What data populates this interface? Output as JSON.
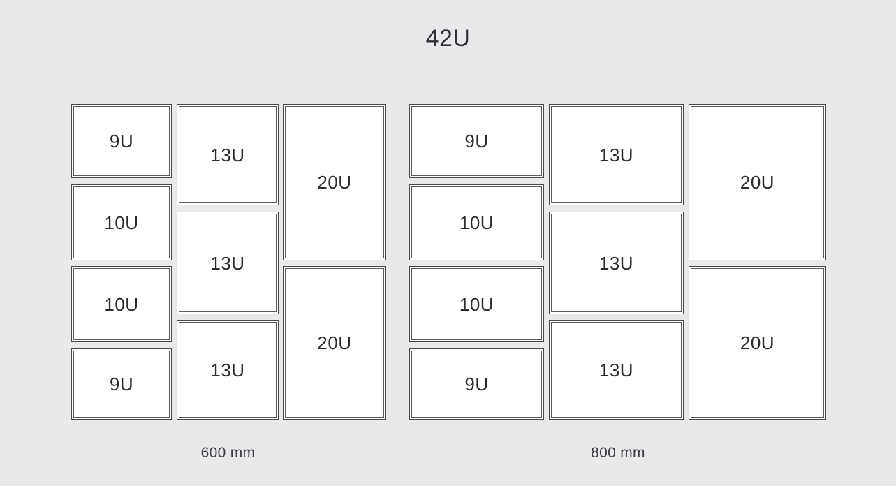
{
  "diagram": {
    "title": "42U",
    "background_color": "#e8e9ea",
    "box_fill_color": "#ffffff",
    "box_border_color": "#4a4a4a",
    "text_color": "#2b2b2b",
    "rule_color": "#8a8d90"
  },
  "groups": [
    {
      "id": "rack-600",
      "width_caption": "600 mm",
      "columns": [
        {
          "id": "column-1",
          "units": [
            {
              "label": "9U",
              "value": 9
            },
            {
              "label": "10U",
              "value": 10
            },
            {
              "label": "10U",
              "value": 10
            },
            {
              "label": "9U",
              "value": 9
            }
          ]
        },
        {
          "id": "column-2",
          "units": [
            {
              "label": "13U",
              "value": 13
            },
            {
              "label": "13U",
              "value": 13
            },
            {
              "label": "13U",
              "value": 13
            }
          ]
        },
        {
          "id": "column-3",
          "units": [
            {
              "label": "20U",
              "value": 20
            },
            {
              "label": "20U",
              "value": 20
            }
          ]
        }
      ]
    },
    {
      "id": "rack-800",
      "width_caption": "800 mm",
      "columns": [
        {
          "id": "column-1",
          "units": [
            {
              "label": "9U",
              "value": 9
            },
            {
              "label": "10U",
              "value": 10
            },
            {
              "label": "10U",
              "value": 10
            },
            {
              "label": "9U",
              "value": 9
            }
          ]
        },
        {
          "id": "column-2",
          "units": [
            {
              "label": "13U",
              "value": 13
            },
            {
              "label": "13U",
              "value": 13
            },
            {
              "label": "13U",
              "value": 13
            }
          ]
        },
        {
          "id": "column-3",
          "units": [
            {
              "label": "20U",
              "value": 20
            },
            {
              "label": "20U",
              "value": 20
            }
          ]
        }
      ]
    }
  ]
}
